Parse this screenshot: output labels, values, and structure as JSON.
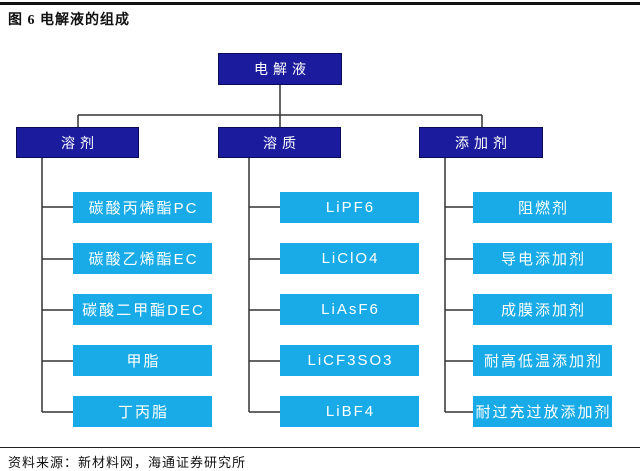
{
  "header": {
    "title": "图 6  电解液的组成"
  },
  "tree": {
    "root": {
      "label": "电解液"
    },
    "columns": [
      {
        "label": "溶剂",
        "children": [
          "碳酸丙烯酯PC",
          "碳酸乙烯酯EC",
          "碳酸二甲酯DEC",
          "甲脂",
          "丁丙脂"
        ]
      },
      {
        "label": "溶质",
        "children": [
          "LiPF6",
          "LiClO4",
          "LiAsF6",
          "LiCF3SO3",
          "LiBF4"
        ]
      },
      {
        "label": "添加剂",
        "children": [
          "阻燃剂",
          "导电添加剂",
          "成膜添加剂",
          "耐高低温添加剂",
          "耐过充过放添加剂"
        ]
      }
    ]
  },
  "footer": {
    "source": "资料来源：新材料网，海通证券研究所"
  },
  "colors": {
    "navy": "#1b1b9e",
    "cyan": "#18abe7",
    "line": "#333333"
  }
}
